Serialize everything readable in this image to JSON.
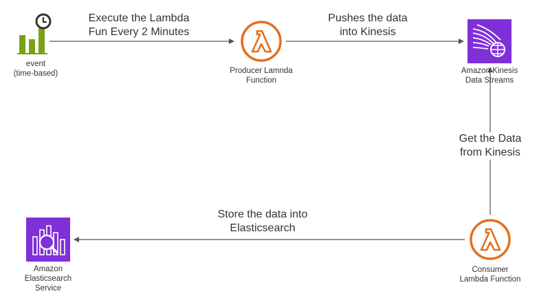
{
  "nodes": {
    "event": {
      "label": "event\n(time-based)",
      "icon": "clock-bar-chart-icon"
    },
    "producer": {
      "label": "Producer Lamnda\nFunction",
      "icon": "lambda-icon"
    },
    "kinesis": {
      "label": "Amazon Kinesis\nData Streams",
      "icon": "kinesis-data-streams-icon"
    },
    "consumer": {
      "label": "Consumer\nLambda Function",
      "icon": "lambda-icon"
    },
    "elasticsearch": {
      "label": "Amazon\nElasticsearch\nService",
      "icon": "elasticsearch-icon"
    }
  },
  "edges": {
    "event_to_producer": {
      "label": "Execute the Lambda\nFun Every 2 Minutes"
    },
    "producer_to_kinesis": {
      "label": "Pushes the data\ninto Kinesis"
    },
    "consumer_to_kinesis": {
      "label": "Get the Data\nfrom Kinesis"
    },
    "consumer_to_elasticsearch": {
      "label": "Store the data into\nElasticsearch"
    }
  },
  "colors": {
    "lambda": "#e36f1b",
    "aws_purple": "#7f30d9",
    "event_green": "#7aa116",
    "line": "#555555"
  }
}
